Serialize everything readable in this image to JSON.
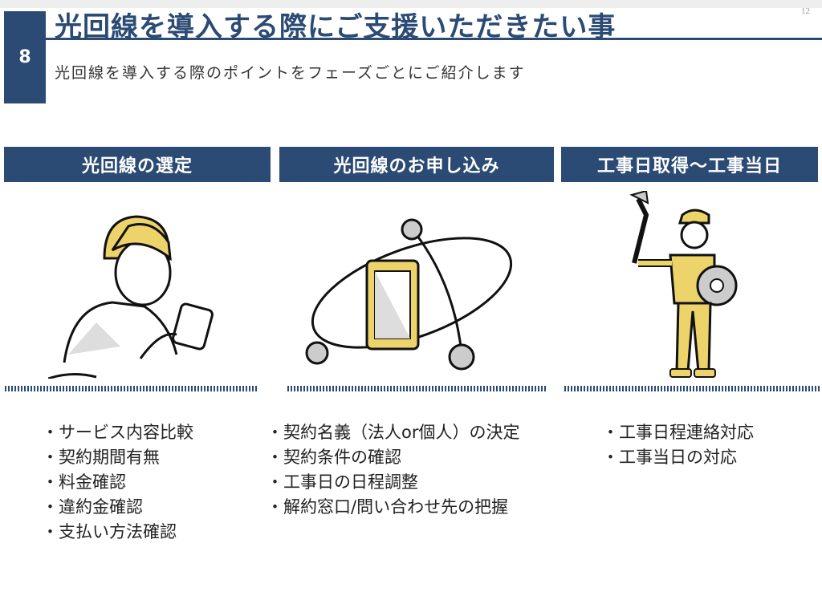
{
  "slide": {
    "number": "8",
    "title": "光回線を導入する際にご支援いただきたい事",
    "subtitle": "光回線を導入する際のポイントをフェーズごとにご紹介します",
    "page_number": "12"
  },
  "columns": [
    {
      "header": "光回線の選定",
      "items": [
        "サービス内容比較",
        "契約期間有無",
        "料金確認",
        "違約金確認",
        "支払い方法確認"
      ]
    },
    {
      "header": "光回線のお申し込み",
      "items": [
        "契約名義（法人or個人）の決定",
        "契約条件の確認",
        "工事日の日程調整",
        "解約窓口/問い合わせ先の把握"
      ]
    },
    {
      "header": "工事日取得〜工事当日",
      "items": [
        "工事日程連絡対応",
        "工事当日の対応"
      ]
    }
  ],
  "colors": {
    "navy": "#2b4a74",
    "accent_yellow": "#ecd36a"
  }
}
